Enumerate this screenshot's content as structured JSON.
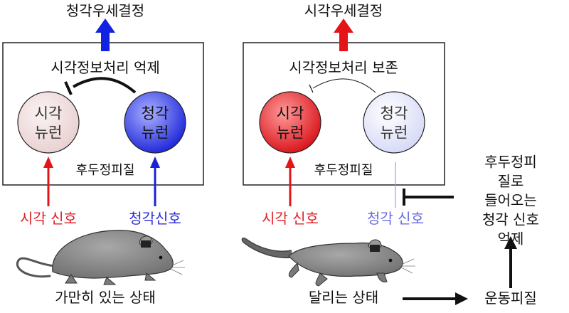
{
  "left_panel": {
    "top_label": "청각우세결정",
    "box_title": "시각정보처리 억제",
    "visual_neuron": "시각\n뉴런",
    "auditory_neuron": "청각\n뉴런",
    "cortex_label": "후두정피질",
    "visual_signal": "시각 신호",
    "auditory_signal": "청각신호",
    "state_label": "가만히 있는 상태"
  },
  "right_panel": {
    "top_label": "시각우세결정",
    "box_title": "시각정보처리 보존",
    "visual_neuron": "시각\n뉴런",
    "auditory_neuron": "청각\n뉴런",
    "cortex_label": "후두정피질",
    "visual_signal": "시각 신호",
    "auditory_signal": "청각 신호",
    "state_label": "달리는 상태"
  },
  "side": {
    "inhibition_note": "후두정피질로\n들어오는\n청각 신호 억제",
    "motor_cortex": "운동피질"
  },
  "colors": {
    "visual": "#e01e24",
    "auditory": "#2b2bd6",
    "mouse": "#8a8a8a"
  }
}
